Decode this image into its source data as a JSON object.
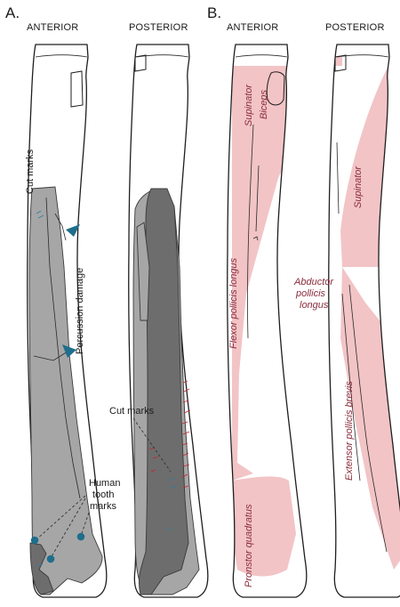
{
  "panels": {
    "a": {
      "letter": "A.",
      "anterior_label": "ANTERIOR",
      "posterior_label": "POSTERIOR",
      "annotations": {
        "cut_marks_upper": "Cut marks",
        "percussion_damage": "Percussion damage",
        "cut_marks_lower": "Cut marks",
        "tooth_line1": "Human",
        "tooth_line2": "tooth",
        "tooth_line3": "marks"
      }
    },
    "b": {
      "letter": "B.",
      "anterior_label": "ANTERIOR",
      "posterior_label": "POSTERIOR",
      "muscles": {
        "supinator_anterior": "Supinator",
        "biceps": "Biceps",
        "flexor_pollicis_longus": "Flexor pollicis longus",
        "pronator_quadratus": "Pronstor quadratus",
        "supinator_posterior": "Supinator",
        "abductor_line1": "Abductor",
        "abductor_line2": "pollicis",
        "abductor_line3": "longus",
        "extensor_pollicis_brevis": "Extensor pollicis brevis"
      }
    }
  },
  "colors": {
    "muscle_fill": "#f2c4c6",
    "muscle_text": "#8a2c3c",
    "fragment_light": "#a6a6a6",
    "fragment_dark": "#6d6d6d",
    "marker_teal": "#1f6e8c",
    "cut_mark_red": "#c8252f"
  }
}
